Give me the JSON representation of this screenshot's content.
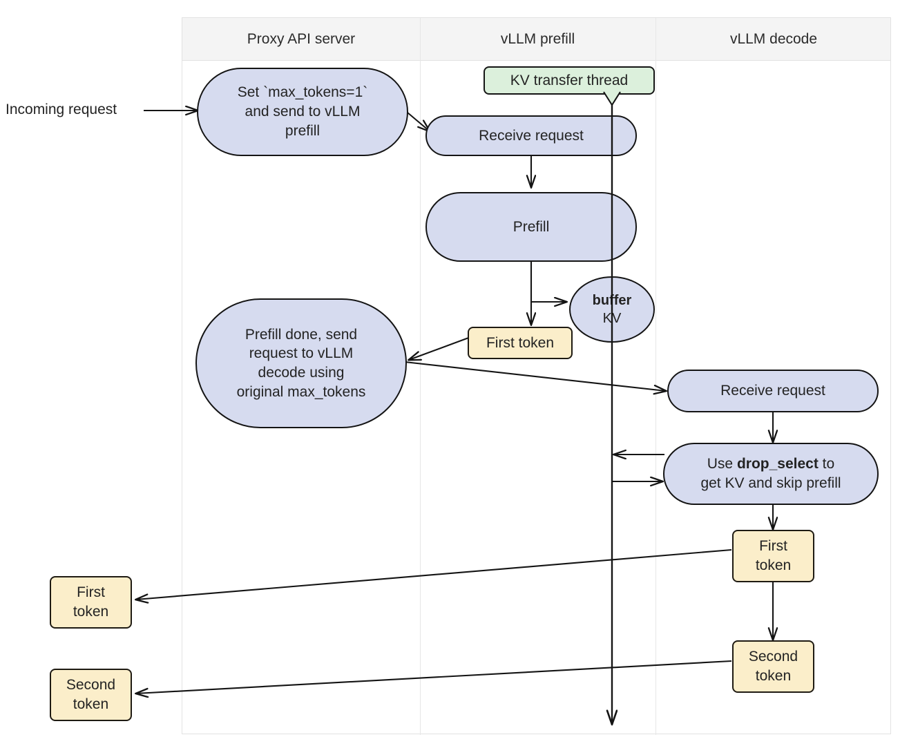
{
  "diagram": {
    "title": "vLLM disaggregated prefill/decode request flow",
    "colors": {
      "process_fill": "#d6dbef",
      "token_fill": "#fbeeca",
      "note_fill": "#dcf0dc",
      "stroke": "#141414",
      "lane_header_fill": "#f4f4f4",
      "lane_border": "#e2e2e2",
      "background": "#ffffff"
    },
    "lanes": [
      {
        "id": "proxy",
        "label": "Proxy API server"
      },
      {
        "id": "prefill",
        "label": "vLLM prefill"
      },
      {
        "id": "decode",
        "label": "vLLM decode"
      }
    ],
    "external_labels": [
      {
        "id": "incoming-request",
        "text": "Incoming request"
      }
    ],
    "nodes": [
      {
        "id": "set-max-tokens",
        "lane": "proxy",
        "shape": "stadium",
        "text": "Set `max_tokens=1` and send to vLLM prefill"
      },
      {
        "id": "kv-transfer-note",
        "lane": "prefill",
        "shape": "note",
        "text": "KV transfer thread"
      },
      {
        "id": "prefill-receive",
        "lane": "prefill",
        "shape": "stadium",
        "text": "Receive request"
      },
      {
        "id": "prefill",
        "lane": "prefill",
        "shape": "stadium",
        "text": "Prefill"
      },
      {
        "id": "buffer-kv",
        "lane": "prefill",
        "shape": "ellipse",
        "text_bold": "buffer",
        "text": "KV"
      },
      {
        "id": "prefill-first-token",
        "lane": "prefill",
        "shape": "rect",
        "text": "First token"
      },
      {
        "id": "prefill-done",
        "lane": "proxy",
        "shape": "stadium",
        "text": "Prefill done, send request to vLLM decode using original max_tokens"
      },
      {
        "id": "decode-receive",
        "lane": "decode",
        "shape": "stadium",
        "text": "Receive request"
      },
      {
        "id": "drop-select",
        "lane": "decode",
        "shape": "stadium",
        "text_prefix": "Use ",
        "text_bold": "drop_select",
        "text_suffix": " to get KV and skip prefill"
      },
      {
        "id": "decode-first-token",
        "lane": "decode",
        "shape": "rect",
        "text": "First token"
      },
      {
        "id": "decode-second-token",
        "lane": "decode",
        "shape": "rect",
        "text": "Second token"
      },
      {
        "id": "out-first-token",
        "lane": "external",
        "shape": "rect",
        "text": "First token"
      },
      {
        "id": "out-second-token",
        "lane": "external",
        "shape": "rect",
        "text": "Second token"
      }
    ],
    "edges": [
      {
        "from": "incoming-request",
        "to": "set-max-tokens",
        "style": "arrow"
      },
      {
        "from": "set-max-tokens",
        "to": "prefill-receive",
        "style": "arrow"
      },
      {
        "from": "kv-transfer-note",
        "to": "prefill-receive",
        "style": "callout-tail"
      },
      {
        "from": "prefill-receive",
        "to": "prefill",
        "style": "arrow"
      },
      {
        "from": "prefill",
        "to": "prefill-first-token",
        "style": "arrow"
      },
      {
        "from": "prefill",
        "to": "buffer-kv",
        "style": "arrow"
      },
      {
        "from": "prefill-first-token",
        "to": "prefill-done",
        "style": "arrow"
      },
      {
        "from": "prefill-done",
        "to": "decode-receive",
        "style": "arrow"
      },
      {
        "from": "decode-receive",
        "to": "drop-select",
        "style": "arrow"
      },
      {
        "from": "drop-select",
        "to": "kv-thread-line",
        "style": "arrow"
      },
      {
        "from": "kv-thread-line",
        "to": "drop-select",
        "style": "arrow"
      },
      {
        "from": "drop-select",
        "to": "decode-first-token",
        "style": "arrow"
      },
      {
        "from": "decode-first-token",
        "to": "decode-second-token",
        "style": "arrow"
      },
      {
        "from": "decode-first-token",
        "to": "out-first-token",
        "style": "arrow"
      },
      {
        "from": "decode-second-token",
        "to": "out-second-token",
        "style": "arrow"
      },
      {
        "from": "buffer-kv",
        "to": "kv-thread-end",
        "style": "arrow-down"
      }
    ],
    "node_text": {
      "set_max_tokens": "Set `max_tokens=1`\nand send to vLLM\nprefill",
      "set_max_tokens_l1": "Set `max_tokens=1`",
      "set_max_tokens_l2": "and send to vLLM",
      "set_max_tokens_l3": "prefill",
      "kv_transfer_note": "KV transfer thread",
      "prefill_receive": "Receive request",
      "prefill": "Prefill",
      "buffer_bold": "buffer",
      "buffer_sub": "KV",
      "prefill_first_token": "First token",
      "prefill_done_l1": "Prefill done, send",
      "prefill_done_l2": "request to vLLM",
      "prefill_done_l3": "decode using",
      "prefill_done_l4": "original max_tokens",
      "decode_receive": "Receive request",
      "drop_select_pre": "Use ",
      "drop_select_bold": "drop_select",
      "drop_select_post": " to",
      "drop_select_l2": "get KV and skip prefill",
      "decode_first_l1": "First",
      "decode_first_l2": "token",
      "decode_second_l1": "Second",
      "decode_second_l2": "token",
      "out_first_l1": "First",
      "out_first_l2": "token",
      "out_second_l1": "Second",
      "out_second_l2": "token",
      "incoming_request": "Incoming request"
    }
  }
}
